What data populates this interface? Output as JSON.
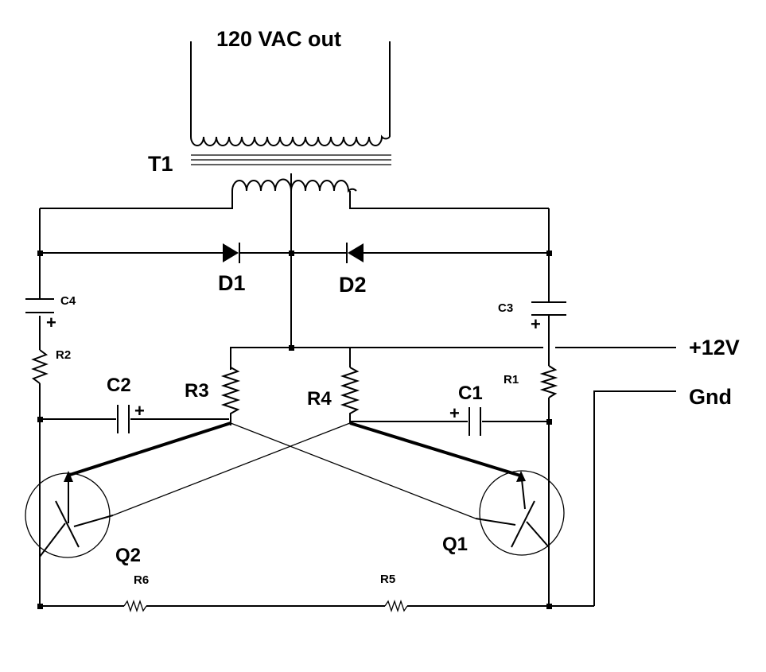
{
  "title": "120 VAC out",
  "components": {
    "transformer": "T1",
    "diode_1": "D1",
    "diode_2": "D2",
    "cap_1": "C1",
    "cap_2": "C2",
    "cap_3": "C3",
    "cap_4": "C4",
    "res_1": "R1",
    "res_2": "R2",
    "res_3": "R3",
    "res_4": "R4",
    "res_5": "R5",
    "res_6": "R6",
    "transistor_1": "Q1",
    "transistor_2": "Q2"
  },
  "terminals": {
    "positive": "+12V",
    "ground": "Gnd"
  },
  "polarity_mark": "+"
}
